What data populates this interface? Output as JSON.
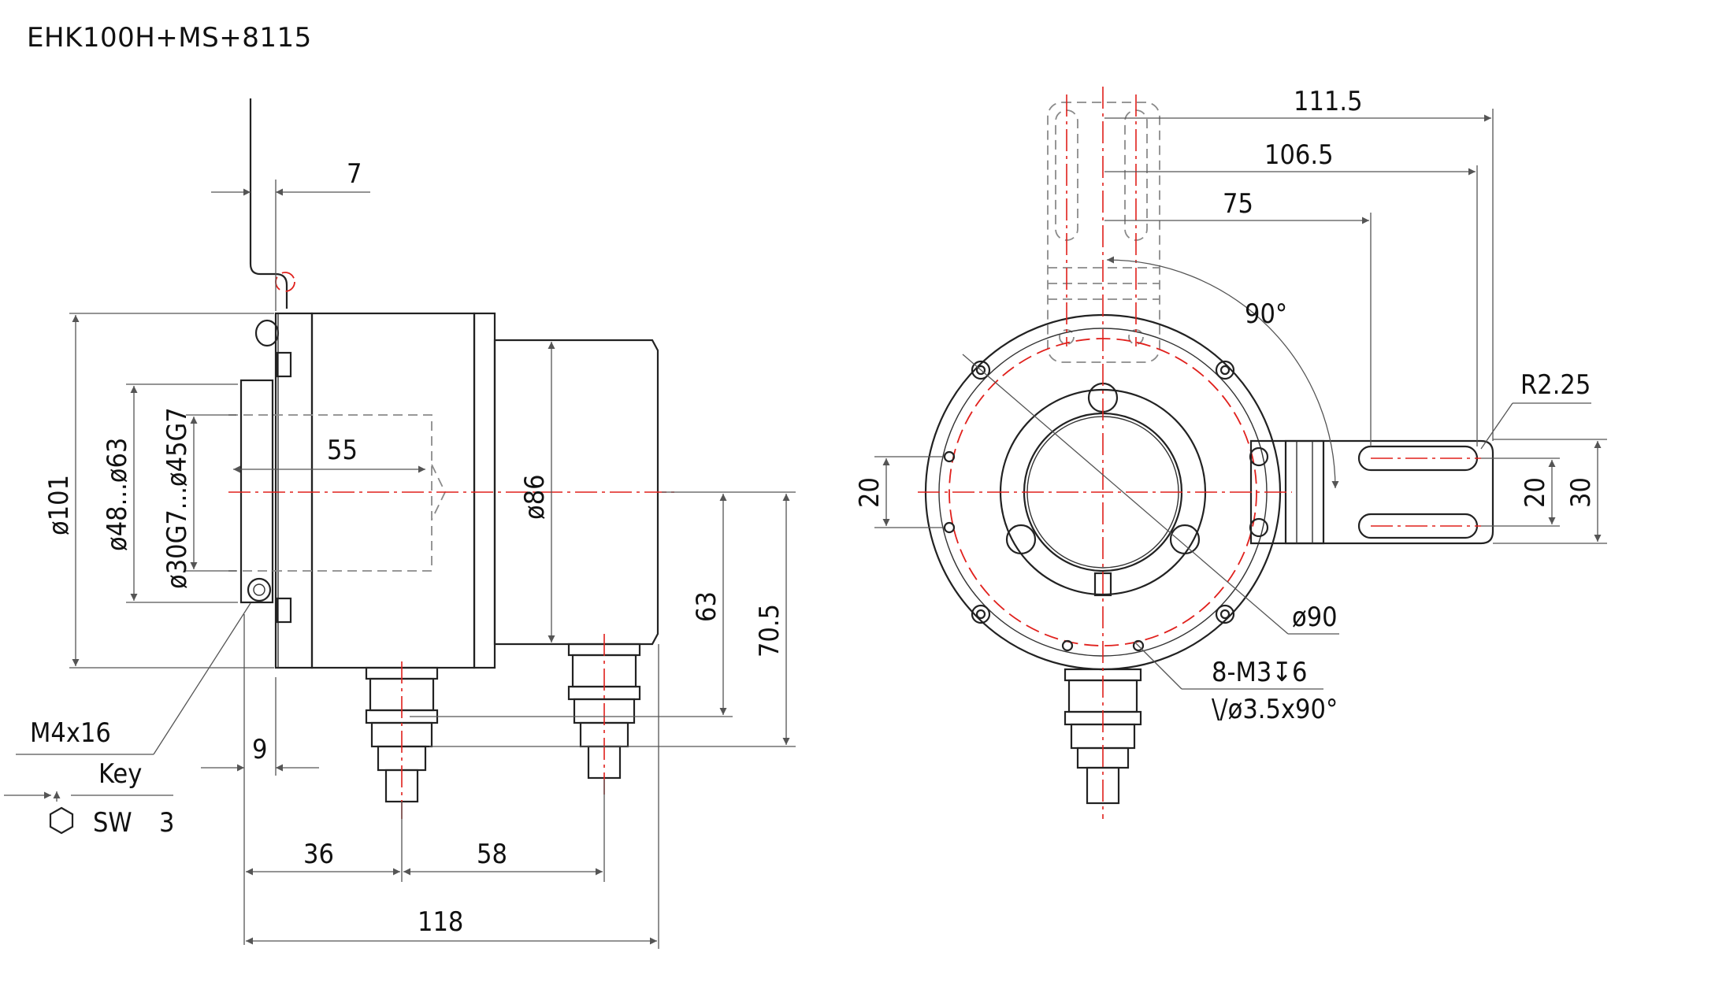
{
  "title": "EHK100H+MS+8115",
  "side_view": {
    "dim_7": "7",
    "dim_55": "55",
    "dim_101": "ø101",
    "dim_48_63": "ø48...ø63",
    "dim_30_45": "ø30G7...ø45G7",
    "dim_86": "ø86",
    "dim_63": "63",
    "dim_70_5": "70.5",
    "dim_9": "9",
    "dim_36": "36",
    "dim_58": "58",
    "dim_118": "118",
    "screw_label": "M4x16",
    "key_label": "Key",
    "sw_label": "SW",
    "sw_value": "3"
  },
  "front_view": {
    "dim_111_5": "111.5",
    "dim_106_5": "106.5",
    "dim_75": "75",
    "angle_90": "90°",
    "radius": "R2.25",
    "dim_20_left": "20",
    "dim_20_right": "20",
    "dim_30": "30",
    "dia_90": "ø90",
    "thread": "8-M3↧6",
    "countersink": "\\/ø3.5x90°"
  }
}
